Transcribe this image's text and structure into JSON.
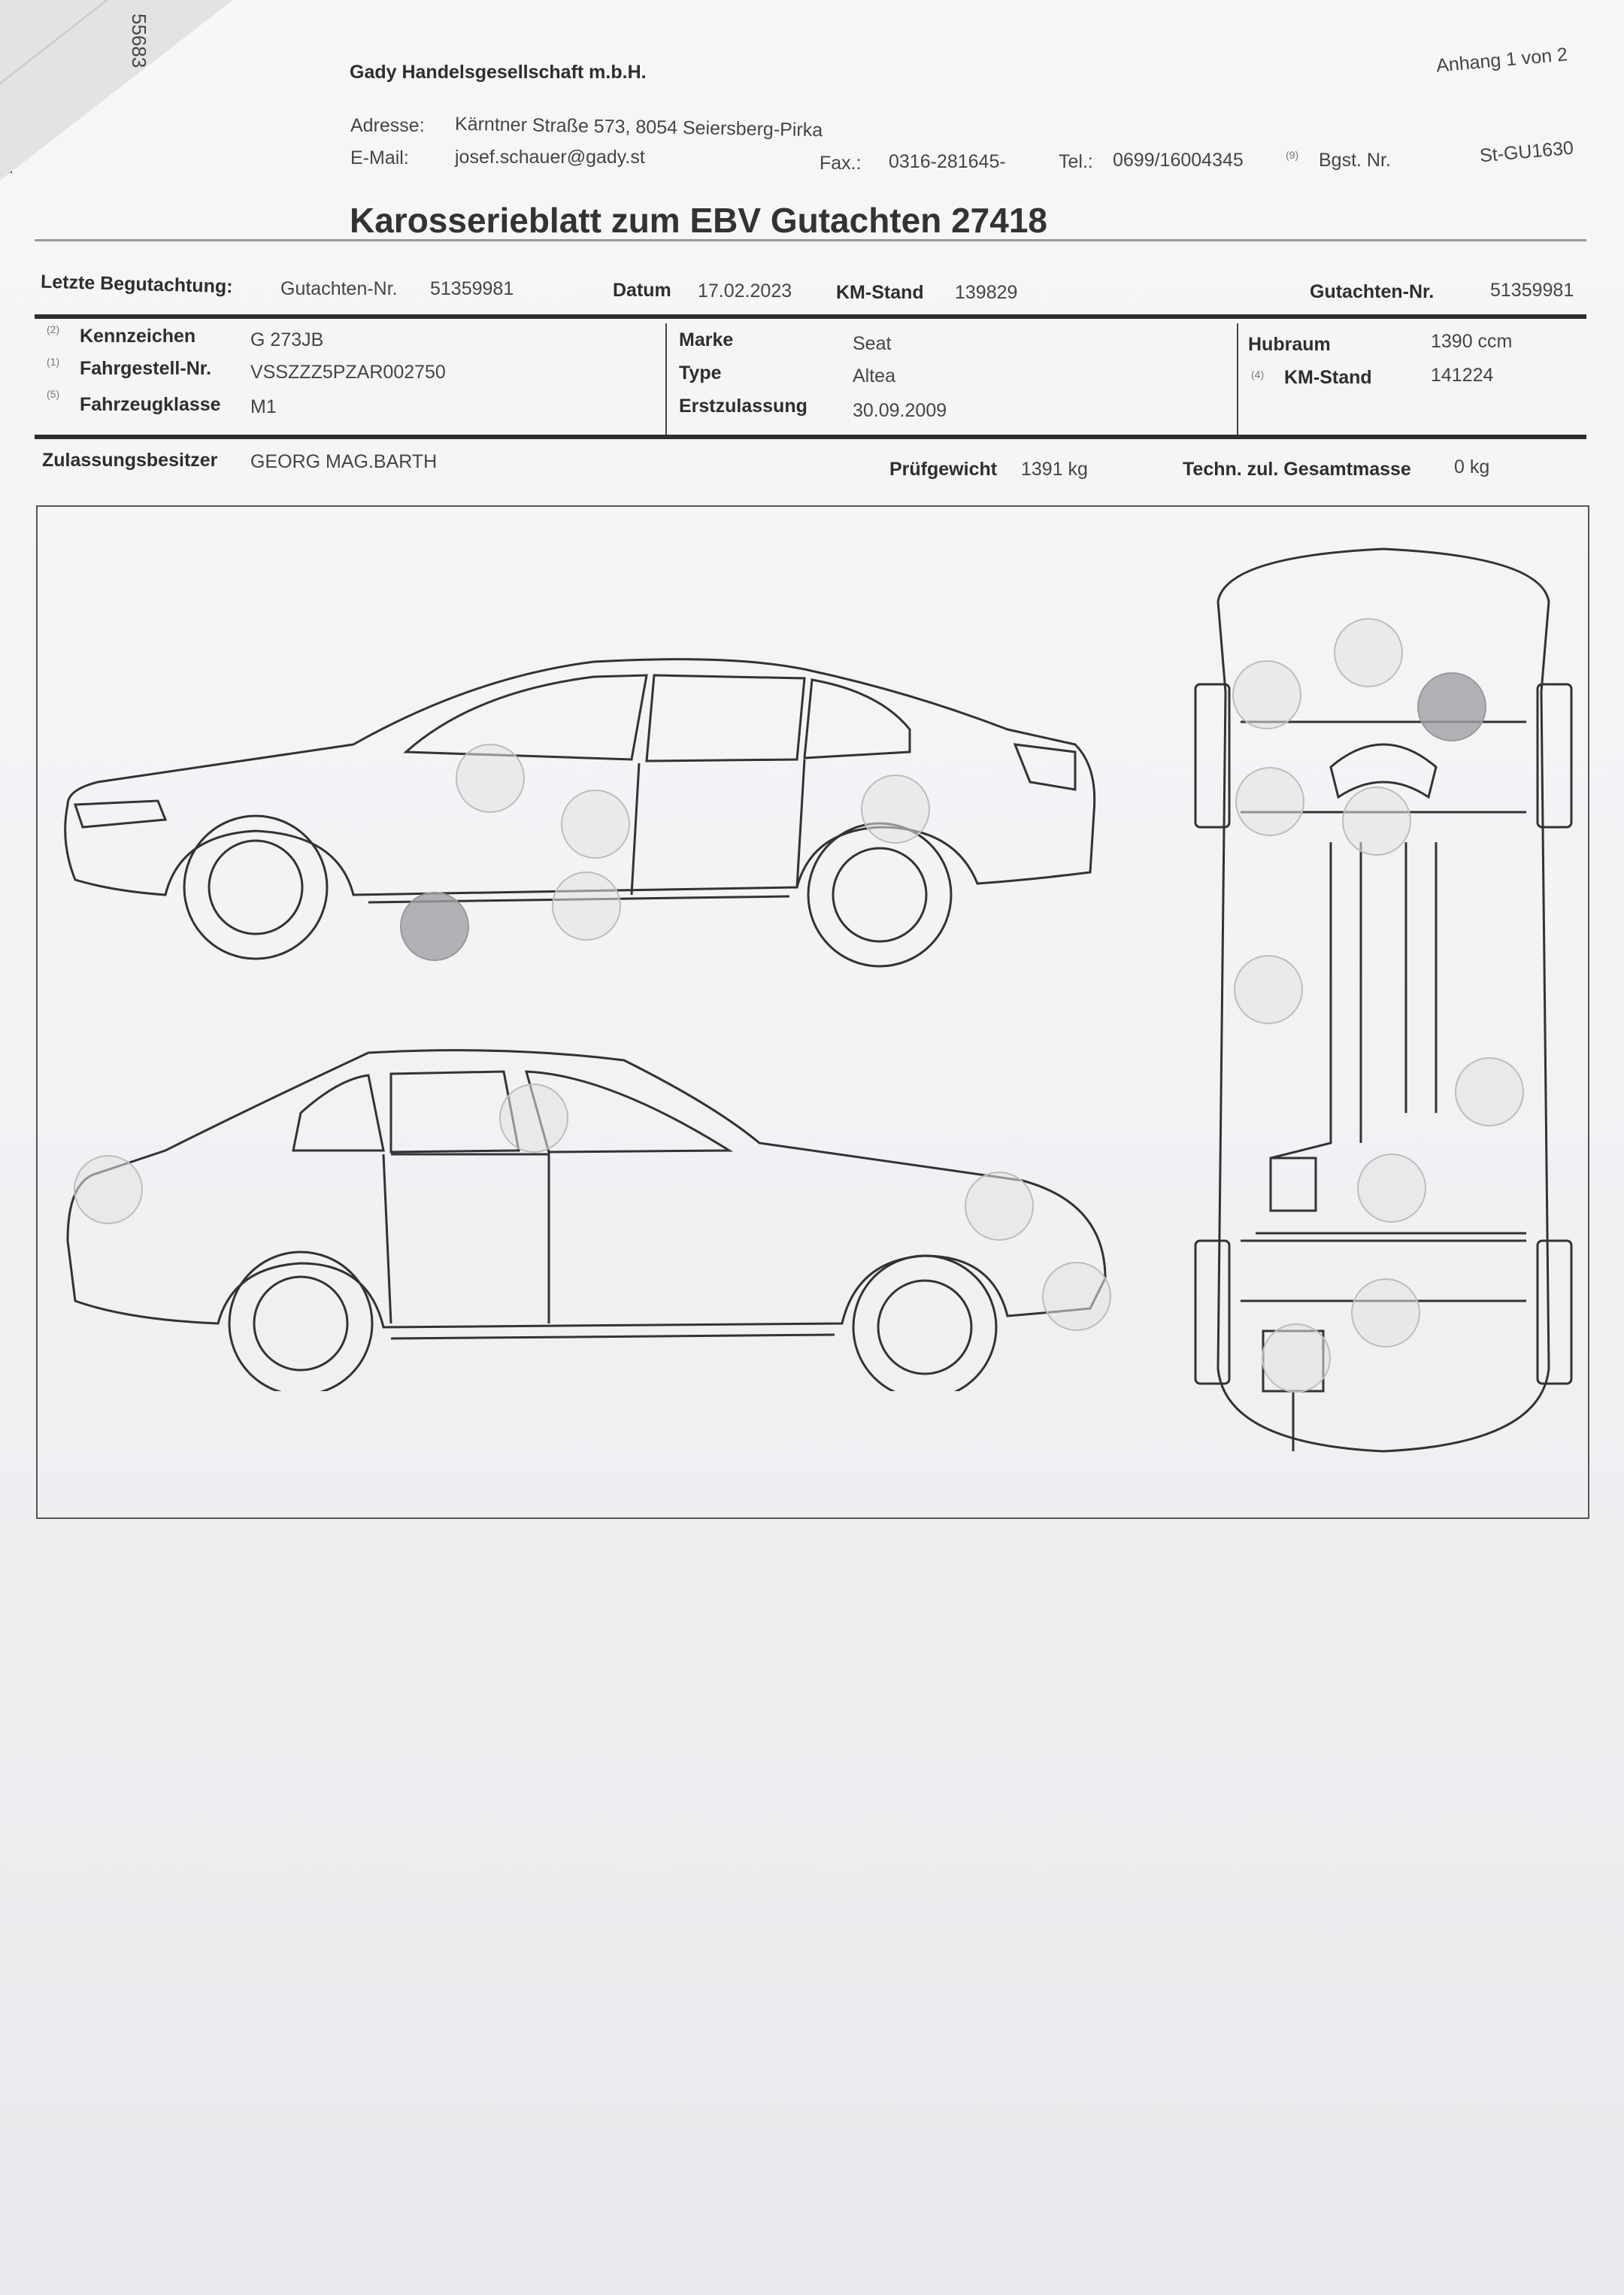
{
  "corner_number": "55683",
  "header": {
    "company": "Gady Handelsgesellschaft m.b.H.",
    "attachment": "Anhang 1 von 2",
    "address_label": "Adresse:",
    "address": "Kärntner Straße 573, 8054 Seiersberg-Pirka",
    "email_label": "E-Mail:",
    "email": "josef.schauer@gady.st",
    "fax_label": "Fax.:",
    "fax": "0316-281645-",
    "tel_label": "Tel.:",
    "tel": "0699/16004345",
    "bgst_sup": "(9)",
    "bgst_label": "Bgst. Nr.",
    "bgst": "St-GU1630"
  },
  "title": "Karosserieblatt zum EBV Gutachten 27418",
  "last_inspection": {
    "label": "Letzte Begutachtung:",
    "report_label": "Gutachten-Nr.",
    "report": "51359981",
    "date_label": "Datum",
    "date": "17.02.2023",
    "km_label": "KM-Stand",
    "km": "139829",
    "report2_label": "Gutachten-Nr.",
    "report2": "51359981"
  },
  "vehicle": {
    "plate_sup": "(2)",
    "plate_label": "Kennzeichen",
    "plate": "G 273JB",
    "vin_sup": "(1)",
    "vin_label": "Fahrgestell-Nr.",
    "vin": "VSSZZZ5PZAR002750",
    "class_sup": "(5)",
    "class_label": "Fahrzeugklasse",
    "class": "M1",
    "make_label": "Marke",
    "make": "Seat",
    "type_label": "Type",
    "type": "Altea",
    "reg_label": "Erstzulassung",
    "reg": "30.09.2009",
    "displacement_label": "Hubraum",
    "displacement": "1390 ccm",
    "km_sup": "(4)",
    "km_label": "KM-Stand",
    "km": "141224"
  },
  "owner": {
    "label": "Zulassungsbesitzer",
    "value": "GEORG MAG.BARTH",
    "weight_label": "Prüfgewicht",
    "weight": "1391 kg",
    "gross_label": "Techn. zul. Gesamtmasse",
    "gross": "0 kg"
  }
}
